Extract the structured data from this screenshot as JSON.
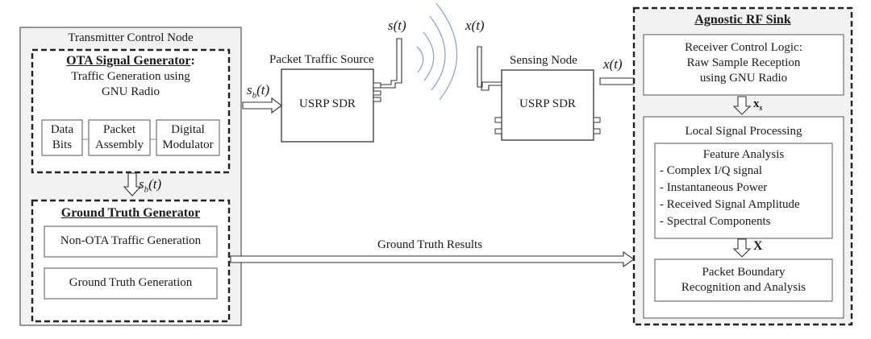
{
  "transmitter": {
    "title": "Transmitter Control Node",
    "ota": {
      "title": "OTA Signal Generator",
      "subtitle_line1": "Traffic Generation using",
      "subtitle_line2": "GNU Radio",
      "blocks": [
        {
          "line1": "Data",
          "line2": "Bits"
        },
        {
          "line1": "Packet",
          "line2": "Assembly"
        },
        {
          "line1": "Digital",
          "line2": "Modulator"
        }
      ]
    },
    "ground_truth": {
      "title": "Ground Truth Generator",
      "item1": "Non-OTA Traffic Generation",
      "item2": "Ground Truth Generation"
    }
  },
  "signals": {
    "sb": "s",
    "sb_sub": "b",
    "sb_arg": "(t)",
    "st": "s(t)",
    "xt": "x(t)",
    "xs": "x",
    "xs_sub": "s",
    "X": "X",
    "ground_truth_results": "Ground Truth Results"
  },
  "packet_source": {
    "title": "Packet Traffic Source",
    "device": "USRP SDR"
  },
  "sensing_node": {
    "title": "Sensing Node",
    "device": "USRP SDR"
  },
  "sink": {
    "title": "Agnostic RF Sink",
    "receiver_line1": "Receiver Control Logic:",
    "receiver_line2": "Raw Sample Reception",
    "receiver_line3": "using GNU Radio",
    "local_title": "Local Signal Processing",
    "feature_title": "Feature Analysis",
    "features": [
      "- Complex I/Q signal",
      "- Instantaneous Power",
      "- Received Signal Amplitude",
      "- Spectral Components"
    ],
    "packet_line1": "Packet Boundary",
    "packet_line2": "Recognition and Analysis"
  }
}
